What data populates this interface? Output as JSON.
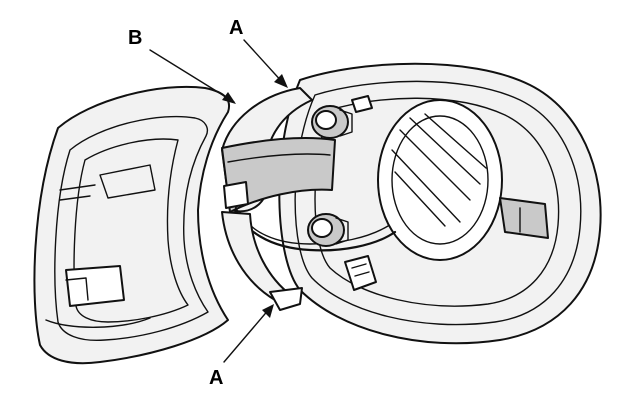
{
  "labels": {
    "b": "B",
    "a_top": "A",
    "a_bottom": "A"
  },
  "colors": {
    "ink": "#111111",
    "shade_light": "#f2f2f2",
    "shade_mid": "#c9c9c9",
    "background": "#ffffff"
  }
}
